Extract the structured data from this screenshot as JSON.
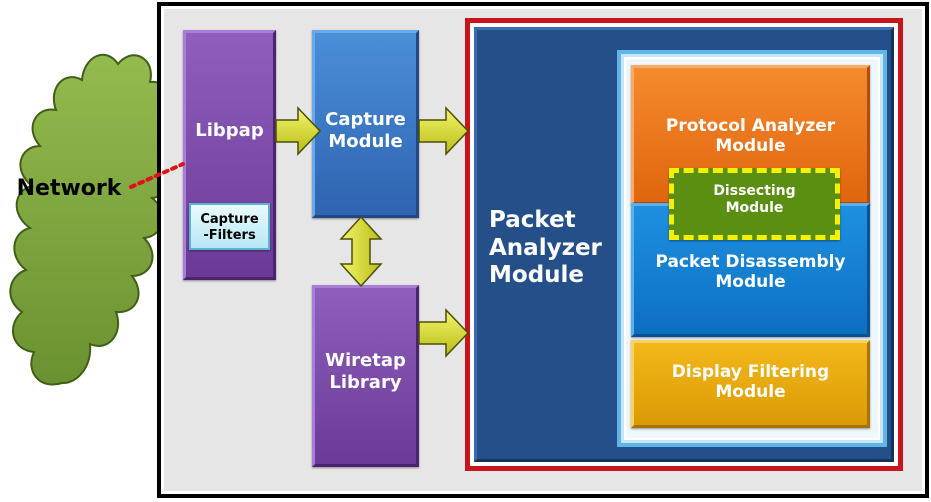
{
  "network": {
    "label": "Network"
  },
  "libpap": {
    "label": "Libpap"
  },
  "capture_filters": {
    "label": "Capture\n-Filters"
  },
  "capture_module": {
    "label": "Capture\nModule"
  },
  "wiretap_library": {
    "label": "Wiretap\nLibrary"
  },
  "packet_analyzer": {
    "label": "Packet\nAnalyzer\nModule"
  },
  "protocol_analyzer": {
    "label": "Protocol Analyzer\nModule"
  },
  "dissecting": {
    "label": "Dissecting\nModule"
  },
  "packet_disassembly": {
    "label": "Packet Disassembly\nModule"
  },
  "display_filtering": {
    "label": "Display Filtering\nModule"
  },
  "colors": {
    "cloud": "#7aa23a",
    "purple": "#7a4aa8",
    "blue": "#3a78c6",
    "navy": "#254f88",
    "orange": "#ee7a1f",
    "sky": "#1483d6",
    "gold": "#e6a80c",
    "green": "#5b8f12",
    "red_frame": "#c8141e",
    "arrow": "#d8dc28"
  }
}
